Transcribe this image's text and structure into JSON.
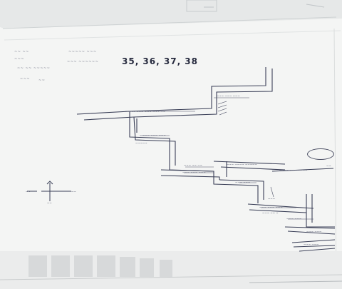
{
  "document": {
    "kind": "hand-drawn sketch on paper",
    "paper_color": "#f3f4f3",
    "ink_color": "#2c3148",
    "beam_numbers": "35, 36, 37, 38",
    "illegible_notes": [
      {
        "id": "header-line-1"
      },
      {
        "id": "header-line-2"
      },
      {
        "id": "left-note-1"
      },
      {
        "id": "left-note-2"
      },
      {
        "id": "left-note-3"
      },
      {
        "id": "left-note-4"
      },
      {
        "id": "left-note-5"
      }
    ]
  }
}
